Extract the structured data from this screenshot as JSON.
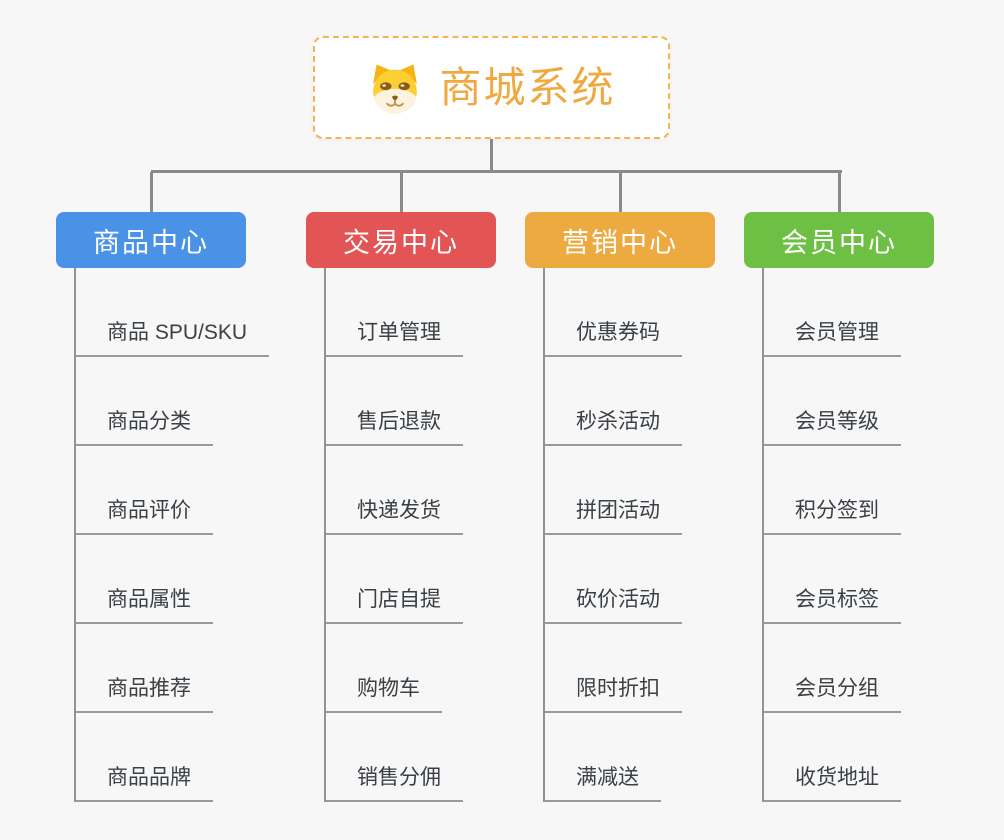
{
  "root": {
    "title": "商城系统",
    "icon": "dog-face-icon"
  },
  "branches": [
    {
      "label": "商品中心",
      "color": "#4a92e5",
      "children": [
        "商品 SPU/SKU",
        "商品分类",
        "商品评价",
        "商品属性",
        "商品推荐",
        "商品品牌"
      ]
    },
    {
      "label": "交易中心",
      "color": "#e35555",
      "children": [
        "订单管理",
        "售后退款",
        "快递发货",
        "门店自提",
        "购物车",
        "销售分佣"
      ]
    },
    {
      "label": "营销中心",
      "color": "#ecaa41",
      "children": [
        "优惠券码",
        "秒杀活动",
        "拼团活动",
        "砍价活动",
        "限时折扣",
        "满减送"
      ]
    },
    {
      "label": "会员中心",
      "color": "#6ec044",
      "children": [
        "会员管理",
        "会员等级",
        "积分签到",
        "会员标签",
        "会员分组",
        "收货地址"
      ]
    }
  ],
  "colors": {
    "background": "#f7f7f7",
    "connector": "#8a8a8a",
    "leaf_line": "#9a9a9a",
    "root_border": "#f4b44f",
    "root_text": "#f0a840",
    "leaf_text": "#3b4045"
  }
}
